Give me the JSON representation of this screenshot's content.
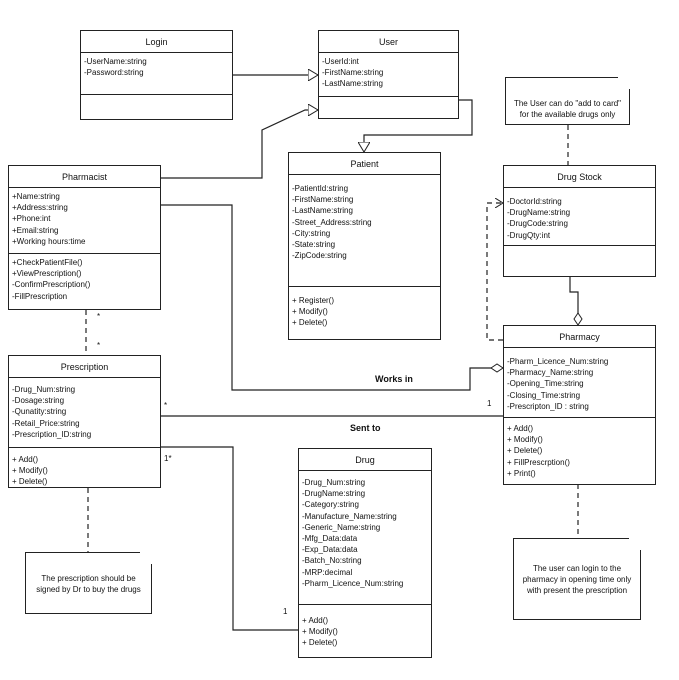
{
  "classes": {
    "login": {
      "name": "Login",
      "attrs": [
        "-UserName:string",
        "-Password:string"
      ],
      "ops": []
    },
    "user": {
      "name": "User",
      "attrs": [
        "-UserId:int",
        "-FirstName:string",
        "-LastName:string"
      ],
      "ops": []
    },
    "pharmacist": {
      "name": "Pharmacist",
      "attrs": [
        "+Name:string",
        "+Address:string",
        "+Phone:int",
        "+Email:string",
        "+Working hours:time"
      ],
      "ops": [
        "+CheckPatientFile()",
        "+ViewPrescription()",
        "-ConfirmPrescription()",
        "-FillPrescription"
      ]
    },
    "patient": {
      "name": "Patient",
      "attrs": [
        "-PatientId:string",
        "-FirstName:string",
        "-LastName:string",
        "-Street_Address:string",
        "-City:string",
        "-State:string",
        "-ZipCode:string"
      ],
      "ops": [
        "+ Register()",
        "+ Modify()",
        "+ Delete()"
      ]
    },
    "drug_stock": {
      "name": "Drug Stock",
      "attrs": [
        "-DoctorId:string",
        "-DrugName:string",
        "-DrugCode:string",
        "-DrugQty:int"
      ],
      "ops": []
    },
    "pharmacy": {
      "name": "Pharmacy",
      "attrs": [
        "-Pharm_Licence_Num:string",
        "-Pharmacy_Name:string",
        "-Opening_Time:string",
        "-Closing_Time:string",
        "-Prescripton_ID : string"
      ],
      "ops": [
        "+ Add()",
        "+ Modify()",
        "+ Delete()",
        "+ FillPrescrption()",
        "+ Print()"
      ]
    },
    "prescription": {
      "name": "Prescription",
      "attrs": [
        "-Drug_Num:string",
        "-Dosage:string",
        "-Qunatity:string",
        "-Retail_Price:string",
        "-Prescription_ID:string"
      ],
      "ops": [
        "+ Add()",
        "+ Modify()",
        "+ Delete()"
      ]
    },
    "drug": {
      "name": "Drug",
      "attrs": [
        "-Drug_Num:string",
        "-DrugName:string",
        "-Category:string",
        "-Manufacture_Name:string",
        "-Generic_Name:string",
        "-Mfg_Data:data",
        "-Exp_Data:data",
        "-Batch_No:string",
        "-MRP:decimal",
        "-Pharm_Licence_Num:string"
      ],
      "ops": [
        "+ Add()",
        "+ Modify()",
        "+ Delete()"
      ]
    }
  },
  "notes": {
    "drug_stock_note": "The User can do \"add to card\" for the available drugs only",
    "prescription_note": "The prescription should be signed by Dr to buy the drugs",
    "pharmacy_note": "The user can login to the pharmacy in opening time only with present the prescription"
  },
  "association_labels": {
    "works_in": "Works in",
    "sent_to": "Sent to"
  },
  "multiplicities": {
    "pharmacist_star": "*",
    "prescription_star": "*",
    "prescription_right_star": "*",
    "pharmacy_one": "1",
    "prescription_one_star": "1*",
    "drug_one": "1"
  }
}
